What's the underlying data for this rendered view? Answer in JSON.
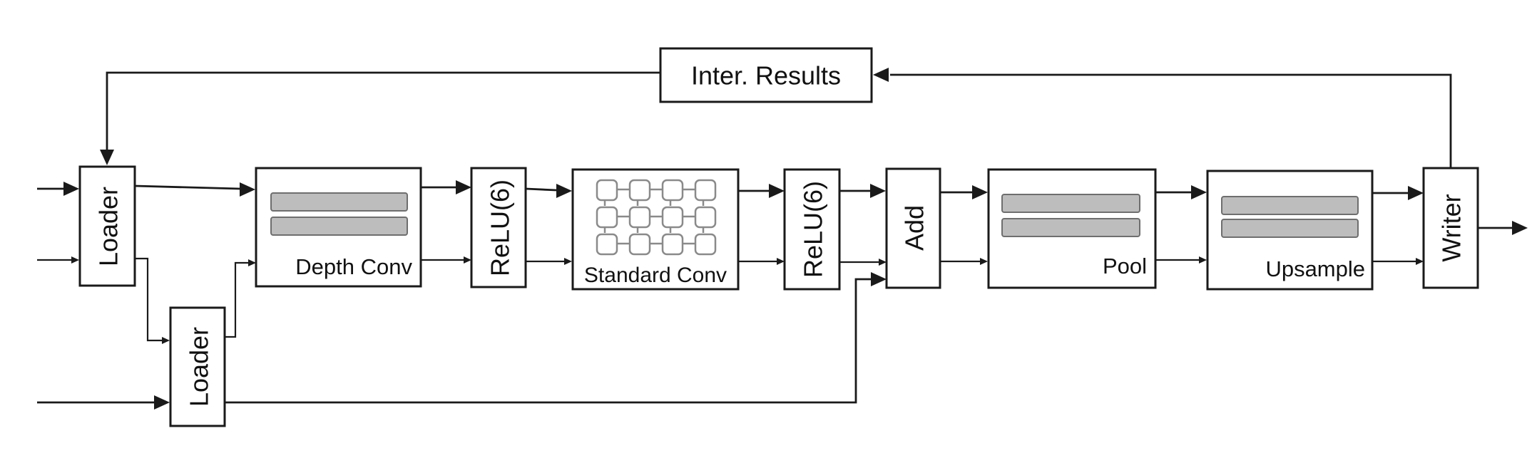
{
  "diagram": {
    "blocks": {
      "inter_results": "Inter. Results",
      "loader_top": "Loader",
      "loader_bottom": "Loader",
      "depth_conv": "Depth Conv",
      "relu_1": "ReLU(6)",
      "standard_conv": "Standard Conv",
      "relu_2": "ReLU(6)",
      "add": "Add",
      "pool": "Pool",
      "upsample": "Upsample",
      "writer": "Writer"
    }
  },
  "colors": {
    "stroke": "#1a1a1a",
    "bar_fill": "#bdbdbd",
    "grid_stroke": "#8a8a8a",
    "background": "#ffffff"
  }
}
